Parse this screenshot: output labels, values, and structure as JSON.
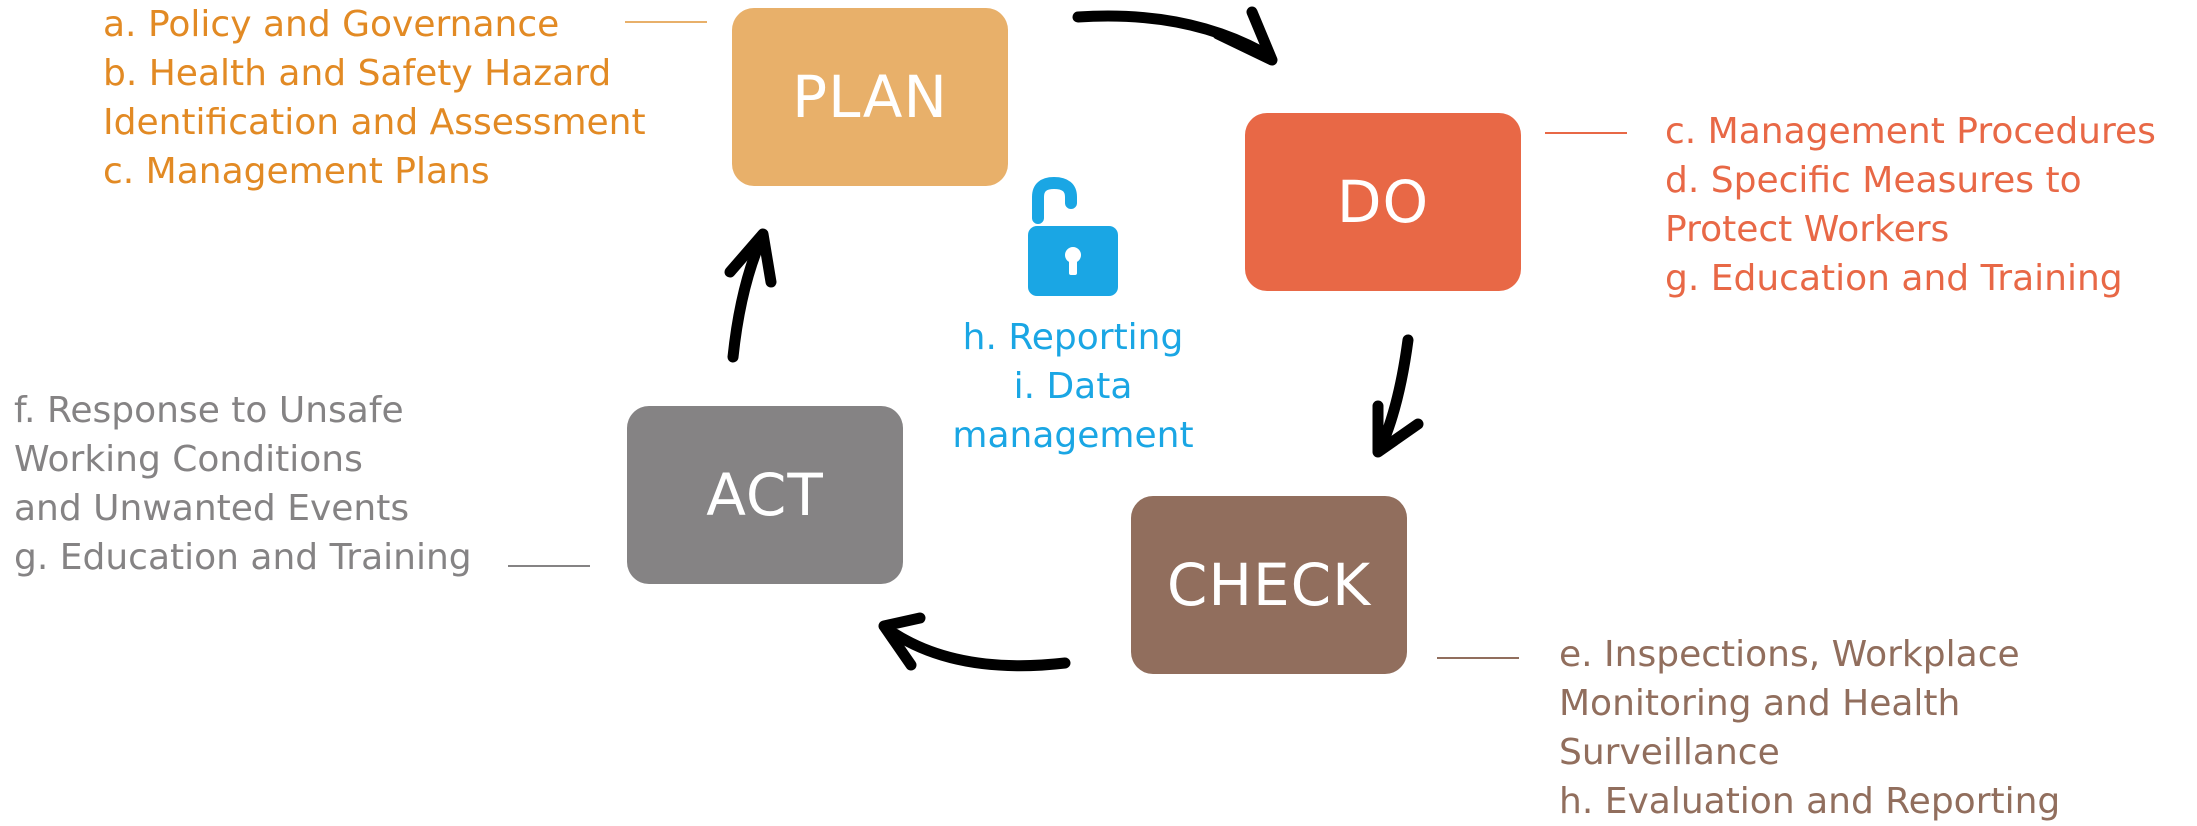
{
  "stages": {
    "plan": "PLAN",
    "do": "DO",
    "check": "CHECK",
    "act": "ACT"
  },
  "notes": {
    "plan": [
      "a. Policy and Governance",
      "b. Health and Safety Hazard",
      "Identification and Assessment",
      "c. Management Plans"
    ],
    "do": [
      "c. Management Procedures",
      "d. Specific Measures to",
      "Protect Workers",
      "g. Education and Training"
    ],
    "check": [
      "e. Inspections, Workplace",
      "Monitoring and Health",
      "Surveillance",
      "h. Evaluation and Reporting"
    ],
    "act": [
      "f. Response to Unsafe",
      "Working Conditions",
      "and Unwanted Events",
      "g. Education and Training"
    ],
    "center": [
      "h. Reporting",
      "i. Data",
      "management"
    ]
  },
  "colors": {
    "plan": "#e8b06a",
    "plan_text": "#e28a24",
    "do": "#e86846",
    "do_text": "#e86846",
    "check": "#916e5d",
    "check_text": "#916e5d",
    "act": "#858384",
    "act_text": "#858384",
    "center": "#1aa6e4",
    "arrow": "#000000"
  },
  "icons": {
    "center": "unlocked-padlock-icon",
    "cycle_arrows": "curved-arrow-icon"
  }
}
